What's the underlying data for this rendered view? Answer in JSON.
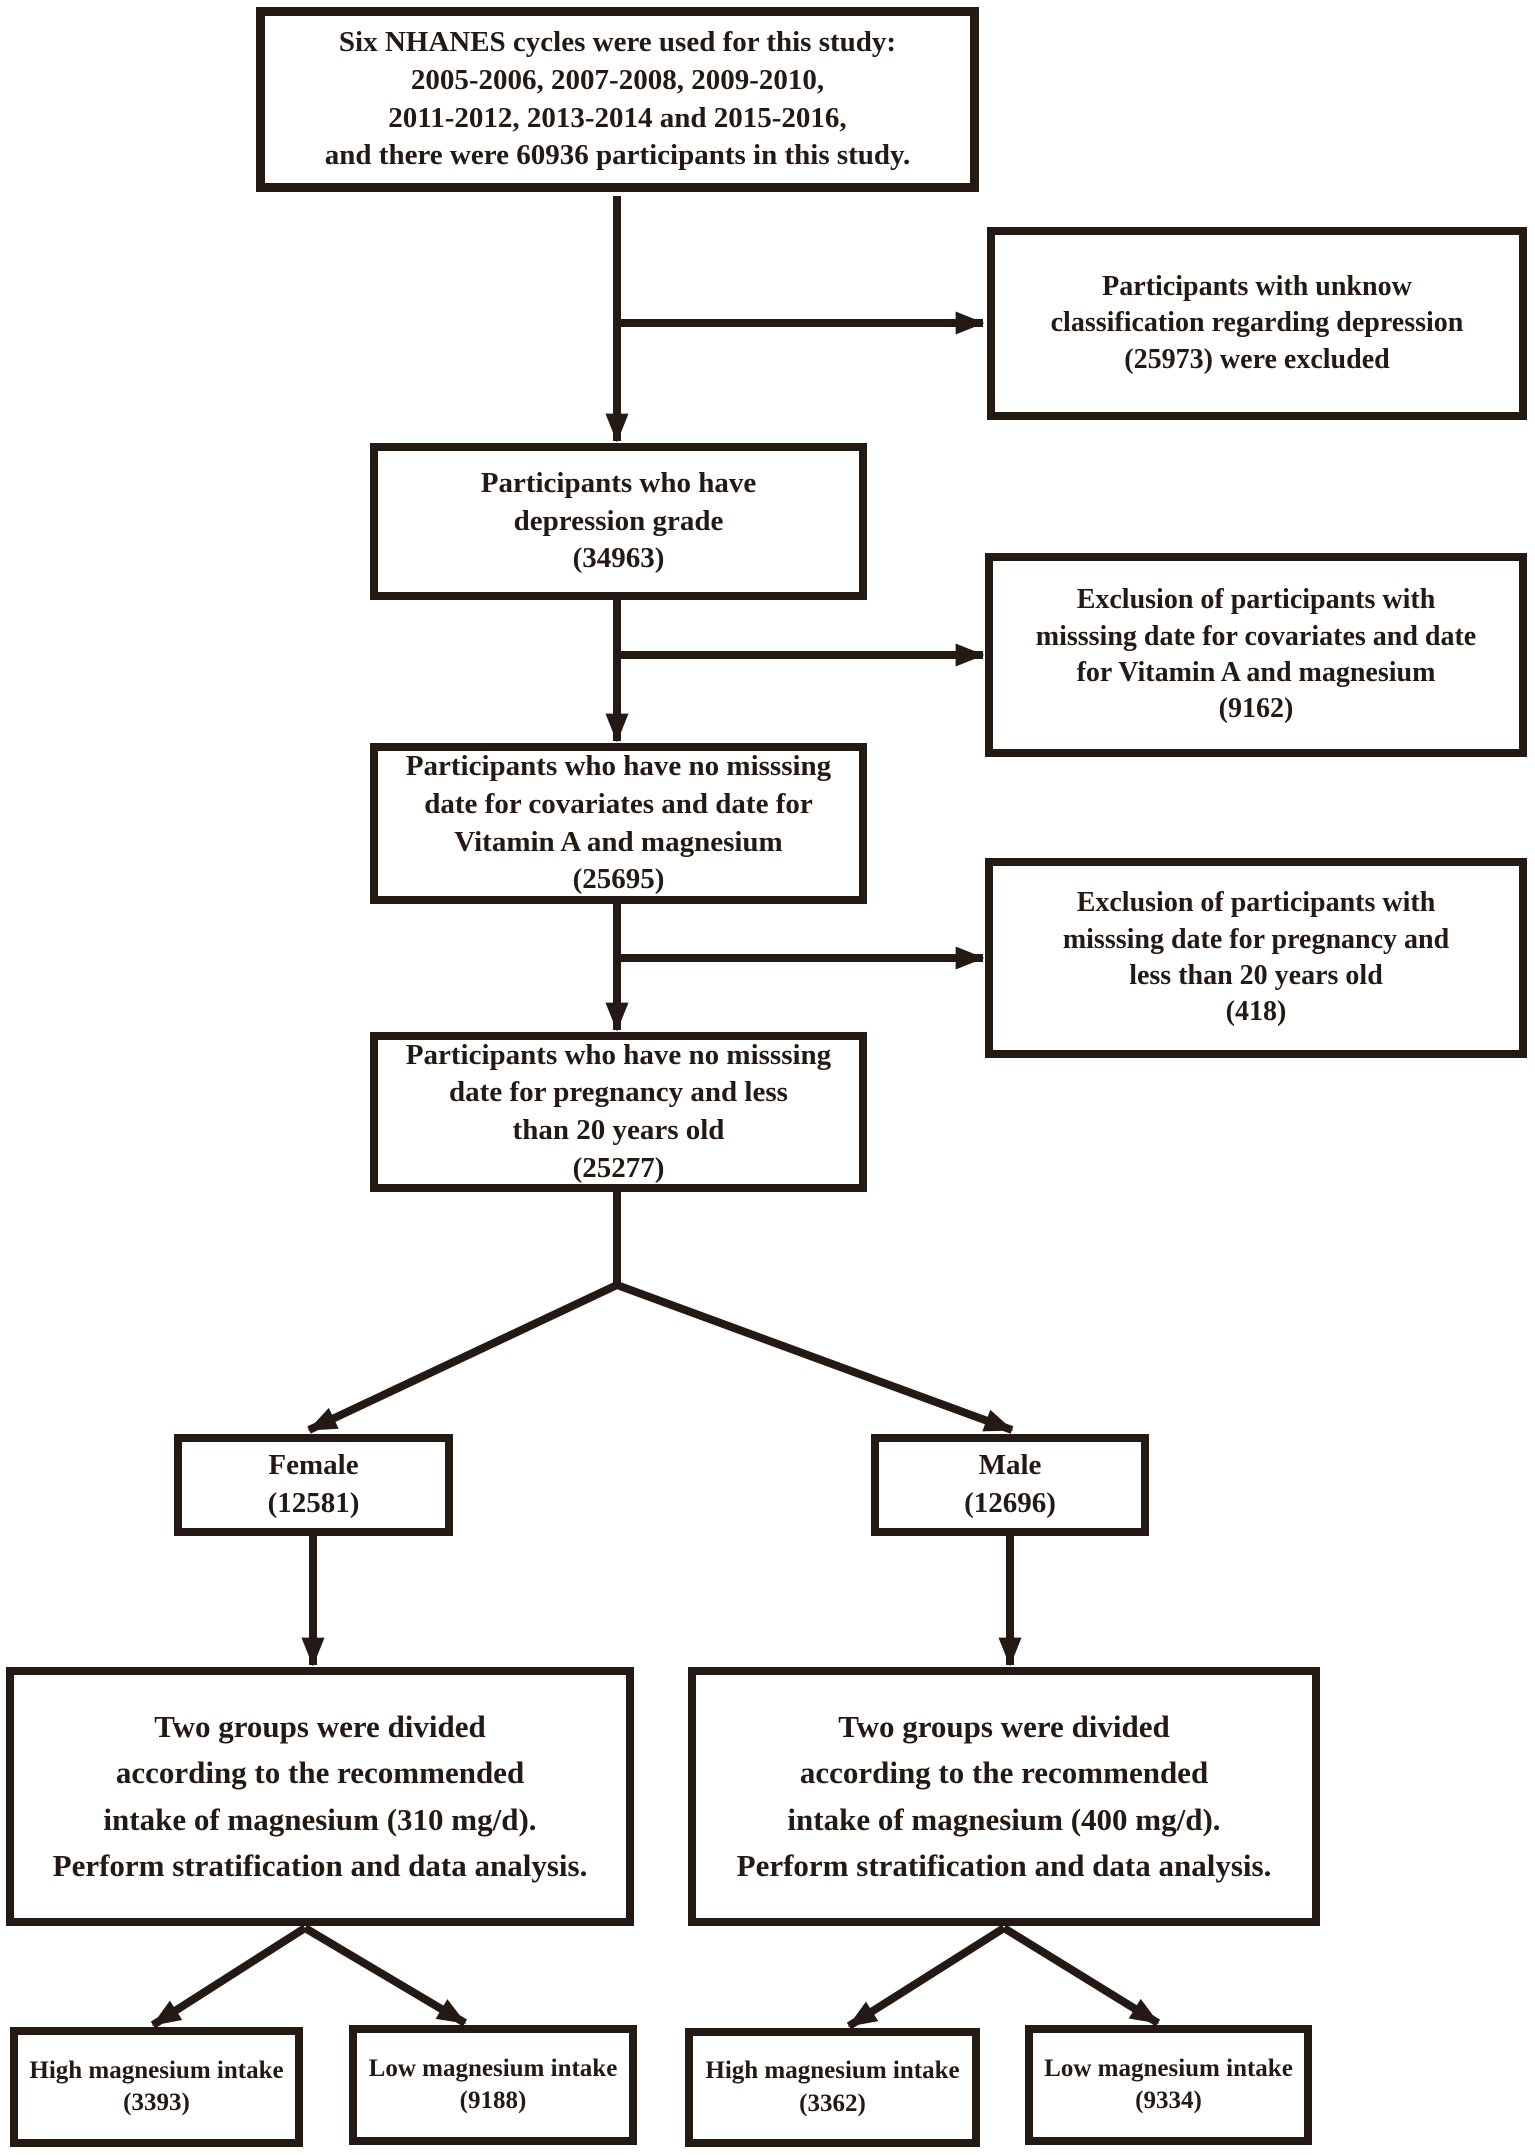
{
  "colors": {
    "ink": "#241a13"
  },
  "boxes": {
    "start": {
      "text": "Six NHANES cycles were used for this study:\n2005-2006, 2007-2008, 2009-2010,\n2011-2012, 2013-2014 and 2015-2016,\nand there were 60936 participants in this study."
    },
    "excl_depression": {
      "text": "Participants with unknow\nclassification regarding depression\n(25973) were excluded"
    },
    "depression_grade": {
      "text": "Participants who have\ndepression grade\n(34963)"
    },
    "excl_covariates": {
      "text": "Exclusion of participants with\nmisssing date for covariates and date\nfor Vitamin A and magnesium\n(9162)"
    },
    "no_missing_covariates": {
      "text": "Participants who have no misssing\ndate for covariates and date for\nVitamin A and magnesium\n(25695)"
    },
    "excl_pregnancy": {
      "text": "Exclusion of participants with\nmisssing date for pregnancy and\nless than 20 years old\n(418)"
    },
    "no_missing_pregnancy": {
      "text": "Participants who have no misssing\ndate for pregnancy and less\nthan 20 years old\n(25277)"
    },
    "female": {
      "text": "Female\n(12581)"
    },
    "male": {
      "text": "Male\n(12696)"
    },
    "group_female": {
      "text": "Two groups were divided\naccording to the recommended\nintake of magnesium (310 mg/d).\nPerform stratification and data analysis."
    },
    "group_male": {
      "text": "Two groups were divided\naccording to the recommended\nintake of magnesium (400 mg/d).\nPerform stratification and data analysis."
    },
    "high_female": {
      "text": "High magnesium intake\n(3393)"
    },
    "low_female": {
      "text": "Low magnesium intake\n(9188)"
    },
    "high_male": {
      "text": "High magnesium intake\n(3362)"
    },
    "low_male": {
      "text": "Low magnesium intake\n(9334)"
    }
  }
}
